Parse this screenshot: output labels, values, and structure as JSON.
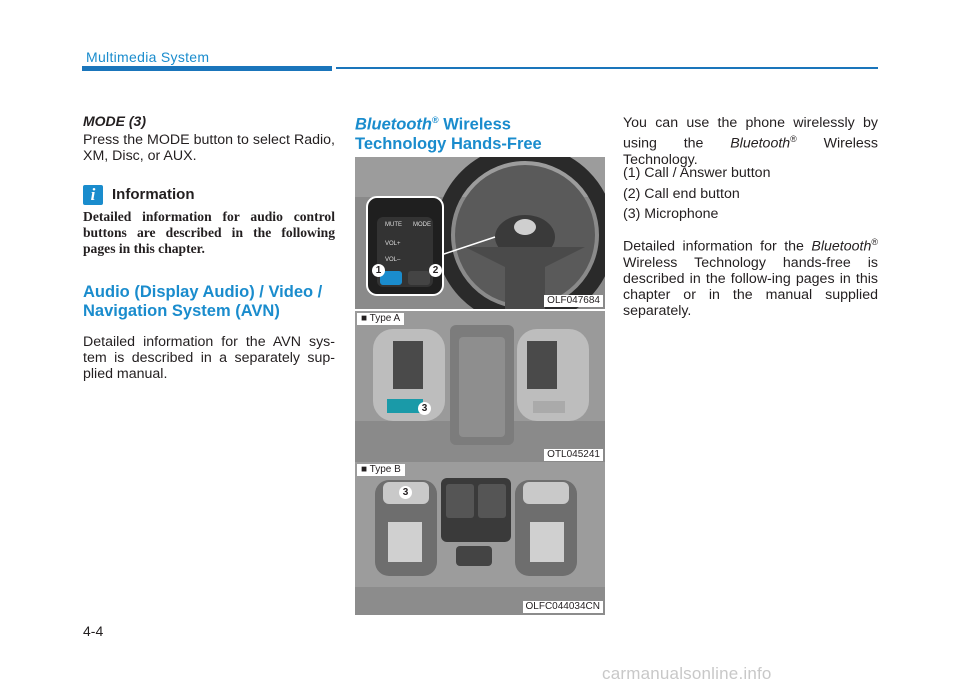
{
  "header": {
    "title": "Multimedia System"
  },
  "mode": {
    "heading": "MODE (3)",
    "text": "Press the MODE button to select Radio, XM, Disc, or AUX."
  },
  "information": {
    "icon_glyph": "i",
    "label": "Information",
    "text": "Detailed information for audio control buttons are described in the following pages in this chapter."
  },
  "avn": {
    "heading": "Audio (Display Audio) / Video / Navigation System (AVN)",
    "text": "Detailed information for the AVN sys-tem is described in a separately sup-plied manual."
  },
  "bluetooth": {
    "heading_brand": "Bluetooth",
    "heading_reg": "®",
    "heading_rest1": " Wireless",
    "heading_rest2": "Technology Hands-Free",
    "intro_pre": "You can use the phone wirelessly by using the ",
    "intro_brand": "Bluetooth",
    "intro_reg": "®",
    "intro_post": " Wireless Technology.",
    "list": [
      "(1) Call / Answer button",
      "(2) Call end button",
      "(3) Microphone"
    ],
    "detail_pre": "Detailed information for the ",
    "detail_brand": "Bluetooth",
    "detail_reg": "®",
    "detail_post": " Wireless Technology hands-free is described in the follow-ing pages in this chapter or in the manual supplied separately."
  },
  "figures": {
    "fig1_code": "OLF047684",
    "fig2_code": "OTL045241",
    "fig2_type": "■ Type A",
    "fig3_code": "OLFC044034CN",
    "fig3_type": "■ Type B",
    "wheel_labels": {
      "mute": "MUTE",
      "mode": "MODE",
      "vol_up": "VOL+",
      "vol_down": "VOL–",
      "callout_1": "1",
      "callout_2": "2"
    },
    "callout_3": "3"
  },
  "page": {
    "number": "4-4"
  },
  "footer": {
    "watermark": "carmanualsonline.info"
  },
  "colors": {
    "accent": "#1a8ccd",
    "rule": "#1a75bb"
  }
}
